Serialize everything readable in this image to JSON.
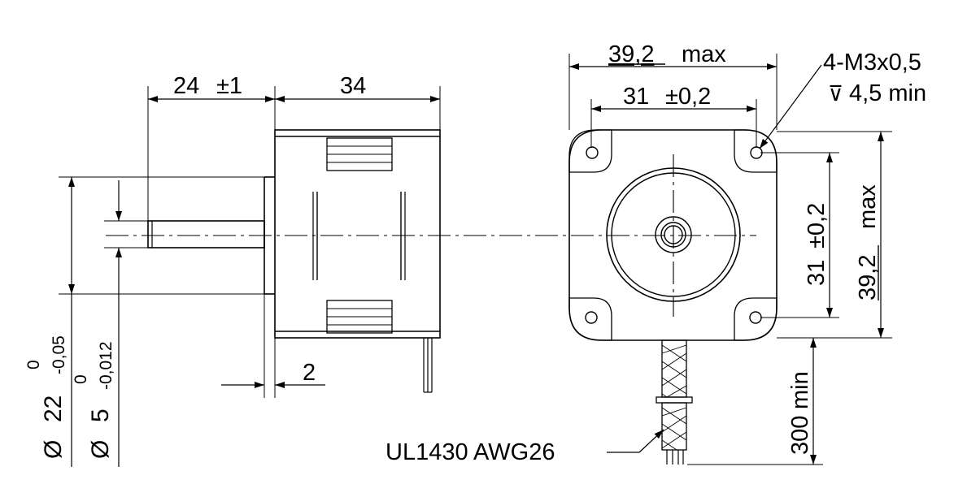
{
  "dimensions": {
    "shaft_length": "24",
    "shaft_length_tol": "±1",
    "body_length": "34",
    "flange_offset": "2",
    "frame_width_max": "39,2",
    "frame_width_max_suffix": "max",
    "hole_pitch": "31",
    "hole_pitch_tol": "±0,2",
    "vertical_hole_pitch": "31",
    "vertical_hole_pitch_tol": "±0,2",
    "vertical_frame_max": "39,2",
    "vertical_frame_max_suffix": "max",
    "lead_length": "300",
    "lead_length_suffix": "min"
  },
  "diameters": {
    "symbol": "Ø",
    "pilot_value": "22",
    "pilot_tol_upper": "0",
    "pilot_tol_lower": "-0,05",
    "shaft_value": "5",
    "shaft_tol_upper": "0",
    "shaft_tol_lower": "-0,012"
  },
  "annotations": {
    "holes_line1": "4-M3x0,5",
    "holes_depth_symbol": "⊽",
    "holes_depth": "4,5 min",
    "cable": "UL1430 AWG26"
  },
  "colors": {
    "line": "#000000",
    "background": "#ffffff"
  }
}
